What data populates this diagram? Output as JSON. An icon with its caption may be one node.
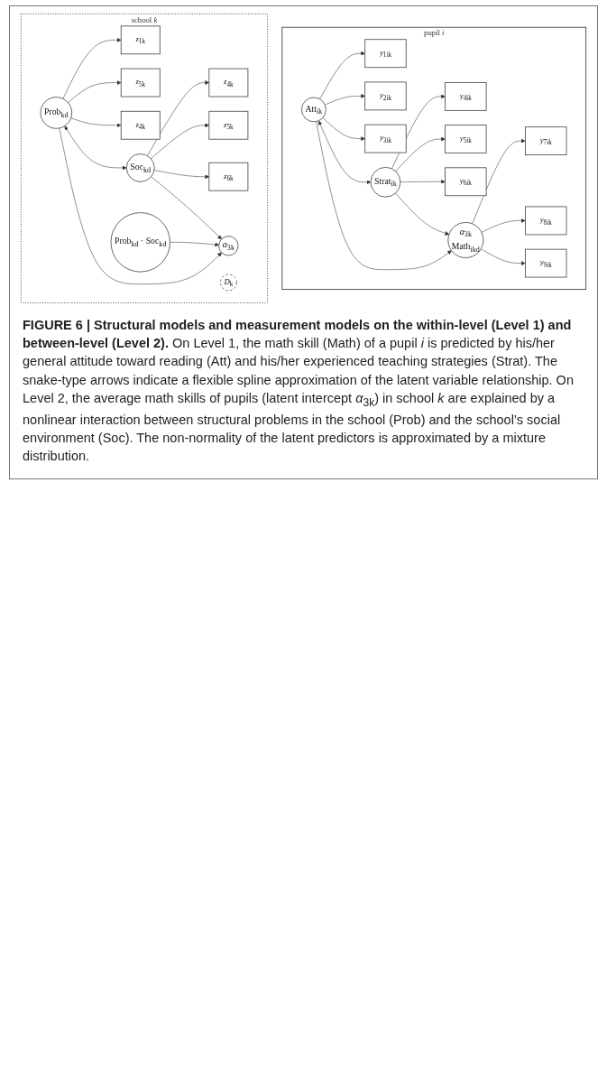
{
  "diagram": {
    "caption": "**FIGURE 6 | Structural models and measurement models on the within-level (Level 1) and between-level (Level 2).** On Level 1, the math skill (Math) of a pupil *i* is predicted by his/her general attitude toward reading (Att) and his/her experienced teaching strategies (Strat). The snake-type arrows indicate a flexible spline approximation of the latent variable relationship. On Level 2, the average math skills of pupils (latent intercept *α*$_{3k}$) in school *k* are explained by a nonlinear interaction between structural problems in the school (Prob) and the school’s social environment (Soc). The non-normality of the latent predictors is approximated by a mixture distribution.",
    "nodes": [
      {
        "text": [
          "pupil *i*"
        ]
      },
      {
        "text": [
          "*y*$_{1ik}$"
        ],
        "in": 0
      },
      {
        "text": [
          "*y*$_{2ik}$"
        ],
        "in": 0
      },
      {
        "text": [
          "*y*$_{3ik}$"
        ],
        "in": 0
      },
      {
        "text": [
          "*y*$_{4ik}$"
        ],
        "in": 0
      },
      {
        "text": [
          "*y*$_{5ik}$"
        ],
        "in": 0
      },
      {
        "text": [
          "*y*$_{6ik}$"
        ],
        "in": 0
      },
      {
        "text": [
          "Att$_{ik}$"
        ],
        "in": 0
      },
      {
        "text": [
          "Strat$_{ik}$"
        ],
        "in": 0
      },
      {
        "text": [
          "*α*$_{3k}$",
          "Math$_{ikd}$"
        ],
        "in": 0
      },
      {
        "text": [
          "*y*$_{7ik}$"
        ],
        "in": 0
      },
      {
        "text": [
          "*y*$_{8ik}$"
        ],
        "in": 0
      },
      {
        "text": [
          "*y*$_{9ik}$"
        ],
        "in": 0
      },
      {
        "text": [
          "school *k*"
        ]
      },
      {
        "text": [
          "*z*$_{1k}$"
        ],
        "in": 13
      },
      {
        "text": [
          "*D*$_{k}$"
        ],
        "in": 13
      },
      {
        "text": [
          "*z*$_{5k}$"
        ],
        "in": 13
      },
      {
        "text": [
          "Prob$_{kd}$"
        ],
        "in": 13
      },
      {
        "text": [
          "*z*$_{4k}$"
        ],
        "in": 13
      },
      {
        "text": [
          "*α*$_{3k}$"
        ],
        "in": 13
      },
      {
        "text": [
          "*z*$_{4k}$"
        ],
        "in": 13
      },
      {
        "text": [
          "*z*$_{5k}$"
        ],
        "in": 13
      },
      {
        "text": [
          "Soc$_{kd}$"
        ],
        "in": 13
      },
      {
        "text": [
          "*z*$_{6k}$"
        ],
        "in": 13
      },
      {
        "text": [
          "Prob$_{kd}$ · Soc$_{kd}$"
        ],
        "in": 13
      }
    ],
    "edges": [
      {
        "from": 7,
        "to": 1,
        "arrow": "to"
      },
      {
        "from": 7,
        "to": 2,
        "arrow": "to"
      },
      {
        "from": 7,
        "to": 3,
        "arrow": "to"
      },
      {
        "from": 7,
        "to": 8,
        "arrow": "both"
      },
      {
        "from": 8,
        "to": 4,
        "arrow": "to"
      },
      {
        "from": 8,
        "to": 5,
        "arrow": "to"
      },
      {
        "from": 8,
        "to": 6,
        "arrow": "to"
      },
      {
        "from": 7,
        "to": 9,
        "arrow": "to"
      },
      {
        "from": 8,
        "to": 9,
        "arrow": "to"
      },
      {
        "from": 9,
        "to": 10,
        "arrow": "to"
      },
      {
        "from": 9,
        "to": 11,
        "arrow": "to"
      },
      {
        "from": 9,
        "to": 12,
        "arrow": "to"
      },
      {
        "from": 17,
        "to": 14,
        "arrow": "to"
      },
      {
        "from": 17,
        "to": 16,
        "arrow": "to"
      },
      {
        "from": 17,
        "to": 18,
        "arrow": "to"
      },
      {
        "from": 17,
        "to": 22,
        "arrow": "both"
      },
      {
        "from": 22,
        "to": 20,
        "arrow": "to"
      },
      {
        "from": 22,
        "to": 21,
        "arrow": "to"
      },
      {
        "from": 22,
        "to": 23,
        "arrow": "to"
      },
      {
        "from": 17,
        "to": 19,
        "arrow": "to"
      },
      {
        "from": 22,
        "to": 19,
        "arrow": "to"
      },
      {
        "from": 24,
        "to": 19,
        "arrow": "to"
      }
    ]
  }
}
